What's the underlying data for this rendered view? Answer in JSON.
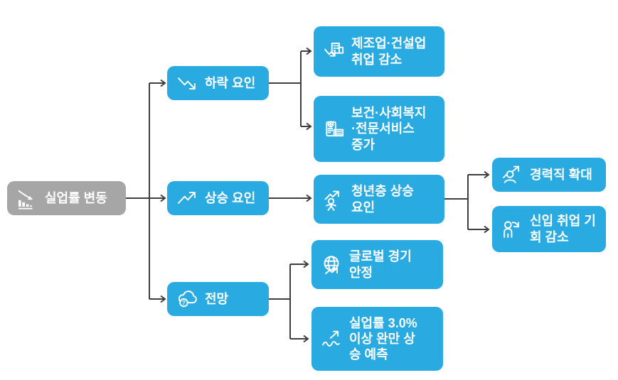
{
  "colors": {
    "node_fill": "#29ABE2",
    "root_fill": "#A6A6A6",
    "connector": "#3E3E3E",
    "label_text": "#FFFFFF"
  },
  "diagram": {
    "root": {
      "label": "실업률 변동",
      "icon": "declining-bar-chart-icon"
    },
    "branches": [
      {
        "label": "하락 요인",
        "icon": "trend-down-icon",
        "children": [
          {
            "label": "제조업·건설업\n취업 감소",
            "icon": "industry-decline-icon"
          },
          {
            "label": "보건·사회복지\n·전문서비스\n증가",
            "icon": "hospital-building-icon"
          }
        ]
      },
      {
        "label": "상승 요인",
        "icon": "trend-up-icon",
        "children": [
          {
            "label": "청년층 상승\n요인",
            "icon": "person-trend-up-icon",
            "children": [
              {
                "label": "경력직 확대",
                "icon": "person-arrow-up-icon"
              },
              {
                "label": "신입 취업 기\n회 감소",
                "icon": "person-arrow-down-icon"
              }
            ]
          }
        ]
      },
      {
        "label": "전망",
        "icon": "cloud-question-icon",
        "children": [
          {
            "label": "글로벌 경기\n안정",
            "icon": "globe-trend-icon"
          },
          {
            "label": "실업률 3.0%\n이상 완만 상\n승 예측",
            "icon": "wave-rise-icon"
          }
        ]
      }
    ]
  }
}
